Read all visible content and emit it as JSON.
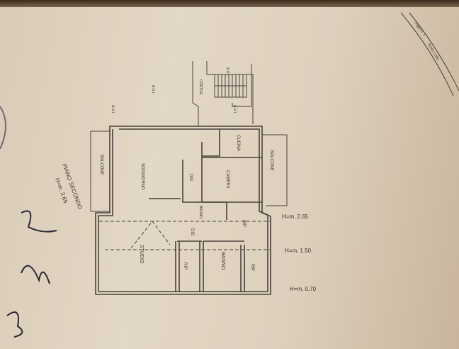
{
  "sheet": {
    "sheet_label": "Foglio n. 1",
    "scale_label": "Scala 1:200",
    "level_title": "PIANO SECONDO",
    "level_height": "H=m. 2.65"
  },
  "outside": {
    "aui_1": "A.U.I.",
    "aui_2": "A.U.I.",
    "aui_3": "A.U.I.",
    "aui_4": "A.U.I.",
    "cortile": "CORTILE"
  },
  "rooms": {
    "soggiorno": "SOGGIORNO",
    "cucina": "CUCINA",
    "camera": "CAMERA",
    "dis_1": "DIS",
    "bagno_1": "BAGNO",
    "dis_2": "DIS",
    "rip_1": "RIP",
    "studio": "STUDIO",
    "rip_2": "RIP",
    "bagno_2": "BAGNO",
    "rip_3": "RIP",
    "balcone_left": "BALCONE",
    "balcone_right": "BALCONE"
  },
  "heights": {
    "h1": "H=m. 2.65",
    "h2": "H=m. 1.50",
    "h3": "H=m. 0.70"
  }
}
